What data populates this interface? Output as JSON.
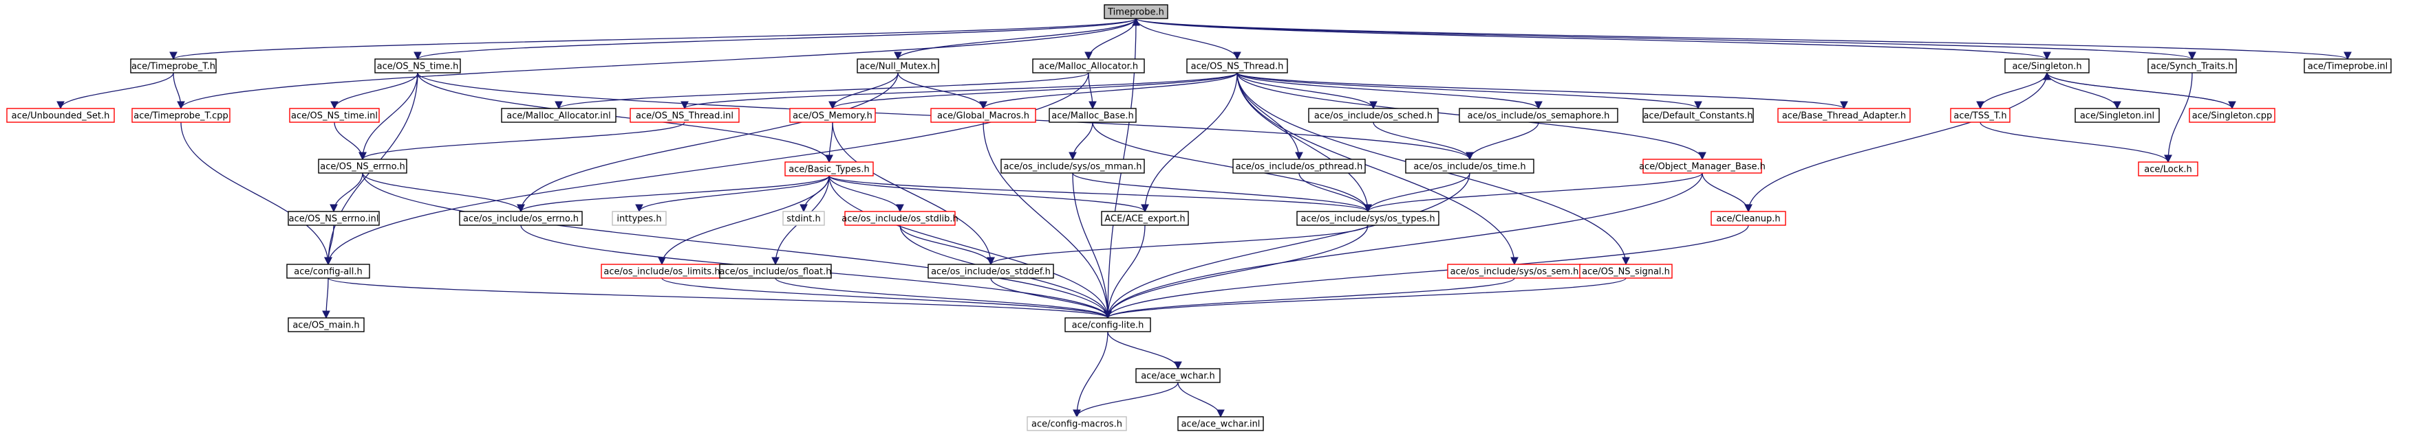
{
  "root": "Timeprobe.h",
  "nodes": [
    {
      "id": "root",
      "label": "Timeprobe.h",
      "style": "root"
    },
    {
      "id": "tpT",
      "label": "ace/Timeprobe_T.h",
      "style": "black"
    },
    {
      "id": "osnst",
      "label": "ace/OS_NS_time.h",
      "style": "black"
    },
    {
      "id": "nullm",
      "label": "ace/Null_Mutex.h",
      "style": "black"
    },
    {
      "id": "malloc",
      "label": "ace/Malloc_Allocator.h",
      "style": "black"
    },
    {
      "id": "osthr",
      "label": "ace/OS_NS_Thread.h",
      "style": "black"
    },
    {
      "id": "single",
      "label": "ace/Singleton.h",
      "style": "black"
    },
    {
      "id": "synch",
      "label": "ace/Synch_Traits.h",
      "style": "black"
    },
    {
      "id": "tpinl",
      "label": "ace/Timeprobe.inl",
      "style": "black"
    },
    {
      "id": "unbset",
      "label": "ace/Unbounded_Set.h",
      "style": "red"
    },
    {
      "id": "tpcpp",
      "label": "ace/Timeprobe_T.cpp",
      "style": "red"
    },
    {
      "id": "osnstinl",
      "label": "ace/OS_NS_time.inl",
      "style": "red"
    },
    {
      "id": "mallocinl",
      "label": "ace/Malloc_Allocator.inl",
      "style": "black"
    },
    {
      "id": "osthrinl",
      "label": "ace/OS_NS_Thread.inl",
      "style": "red"
    },
    {
      "id": "osmem",
      "label": "ace/OS_Memory.h",
      "style": "red"
    },
    {
      "id": "globm",
      "label": "ace/Global_Macros.h",
      "style": "red"
    },
    {
      "id": "mbase",
      "label": "ace/Malloc_Base.h",
      "style": "black"
    },
    {
      "id": "sched",
      "label": "ace/os_include/os_sched.h",
      "style": "black"
    },
    {
      "id": "sema",
      "label": "ace/os_include/os_semaphore.h",
      "style": "black"
    },
    {
      "id": "defc",
      "label": "ace/Default_Constants.h",
      "style": "black"
    },
    {
      "id": "bthr",
      "label": "ace/Base_Thread_Adapter.h",
      "style": "red"
    },
    {
      "id": "tss",
      "label": "ace/TSS_T.h",
      "style": "red"
    },
    {
      "id": "singinl",
      "label": "ace/Singleton.inl",
      "style": "black"
    },
    {
      "id": "singcpp",
      "label": "ace/Singleton.cpp",
      "style": "red"
    },
    {
      "id": "errno",
      "label": "ace/OS_NS_errno.h",
      "style": "black"
    },
    {
      "id": "btypes",
      "label": "ace/Basic_Types.h",
      "style": "red"
    },
    {
      "id": "mman",
      "label": "ace/os_include/sys/os_mman.h",
      "style": "black"
    },
    {
      "id": "pthread",
      "label": "ace/os_include/os_pthread.h",
      "style": "black"
    },
    {
      "id": "ostime",
      "label": "ace/os_include/os_time.h",
      "style": "black"
    },
    {
      "id": "omb",
      "label": "ace/Object_Manager_Base.h",
      "style": "red"
    },
    {
      "id": "lock",
      "label": "ace/Lock.h",
      "style": "red"
    },
    {
      "id": "errnoinl",
      "label": "ace/OS_NS_errno.inl",
      "style": "black"
    },
    {
      "id": "oserrno",
      "label": "ace/os_include/os_errno.h",
      "style": "black"
    },
    {
      "id": "inttypes",
      "label": "inttypes.h",
      "style": "grey"
    },
    {
      "id": "stdint",
      "label": "stdint.h",
      "style": "grey"
    },
    {
      "id": "stdlib",
      "label": "ace/os_include/os_stdlib.h",
      "style": "red"
    },
    {
      "id": "aceexp",
      "label": "ACE/ACE_export.h",
      "style": "black"
    },
    {
      "id": "systypes",
      "label": "ace/os_include/sys/os_types.h",
      "style": "black"
    },
    {
      "id": "cleanup",
      "label": "ace/Cleanup.h",
      "style": "red"
    },
    {
      "id": "cfgall",
      "label": "ace/config-all.h",
      "style": "black"
    },
    {
      "id": "limits",
      "label": "ace/os_include/os_limits.h",
      "style": "red"
    },
    {
      "id": "osfloat",
      "label": "ace/os_include/os_float.h",
      "style": "black"
    },
    {
      "id": "stddef",
      "label": "ace/os_include/os_stddef.h",
      "style": "black"
    },
    {
      "id": "syssem",
      "label": "ace/os_include/sys/os_sem.h",
      "style": "red"
    },
    {
      "id": "nssig",
      "label": "ace/OS_NS_signal.h",
      "style": "red"
    },
    {
      "id": "osmain",
      "label": "ace/OS_main.h",
      "style": "black"
    },
    {
      "id": "cfglite",
      "label": "ace/config-lite.h",
      "style": "black"
    },
    {
      "id": "wchar",
      "label": "ace/ace_wchar.h",
      "style": "black"
    },
    {
      "id": "cfgmac",
      "label": "ace/config-macros.h",
      "style": "grey"
    },
    {
      "id": "wcharinl",
      "label": "ace/ace_wchar.inl",
      "style": "black"
    }
  ],
  "edges": [
    [
      "root",
      "tpT"
    ],
    [
      "root",
      "osnst"
    ],
    [
      "root",
      "nullm"
    ],
    [
      "root",
      "malloc"
    ],
    [
      "root",
      "osthr"
    ],
    [
      "root",
      "single"
    ],
    [
      "root",
      "synch"
    ],
    [
      "root",
      "tpinl"
    ],
    [
      "root",
      "cfglite"
    ],
    [
      "tpT",
      "unbset"
    ],
    [
      "tpT",
      "tpcpp"
    ],
    [
      "tpcpp",
      "root"
    ],
    [
      "tpcpp",
      "cfgall"
    ],
    [
      "osnst",
      "osnstinl"
    ],
    [
      "osnst",
      "errno"
    ],
    [
      "osnst",
      "btypes"
    ],
    [
      "osnst",
      "cfgall"
    ],
    [
      "osnst",
      "ostime"
    ],
    [
      "osnstinl",
      "errno"
    ],
    [
      "nullm",
      "osmem"
    ],
    [
      "nullm",
      "globm"
    ],
    [
      "nullm",
      "oserrno"
    ],
    [
      "malloc",
      "mallocinl"
    ],
    [
      "malloc",
      "mbase"
    ],
    [
      "malloc",
      "cfgall"
    ],
    [
      "osthr",
      "osthrinl"
    ],
    [
      "osthr",
      "osmem"
    ],
    [
      "osthr",
      "globm"
    ],
    [
      "osthr",
      "sched"
    ],
    [
      "osthr",
      "sema"
    ],
    [
      "osthr",
      "defc"
    ],
    [
      "osthr",
      "bthr"
    ],
    [
      "osthr",
      "pthread"
    ],
    [
      "osthr",
      "omb"
    ],
    [
      "osthr",
      "aceexp"
    ],
    [
      "osthr",
      "syssem"
    ],
    [
      "osthr",
      "nssig"
    ],
    [
      "osthr",
      "systypes"
    ],
    [
      "osthrinl",
      "errno"
    ],
    [
      "osmem",
      "btypes"
    ],
    [
      "osmem",
      "stddef"
    ],
    [
      "globm",
      "cfglite"
    ],
    [
      "mbase",
      "mman"
    ],
    [
      "mbase",
      "systypes"
    ],
    [
      "sched",
      "ostime"
    ],
    [
      "sema",
      "ostime"
    ],
    [
      "single",
      "tss"
    ],
    [
      "single",
      "singinl"
    ],
    [
      "single",
      "singcpp"
    ],
    [
      "single",
      "cleanup"
    ],
    [
      "singcpp",
      "single"
    ],
    [
      "tss",
      "lock"
    ],
    [
      "synch",
      "lock"
    ],
    [
      "errno",
      "errnoinl"
    ],
    [
      "errno",
      "oserrno"
    ],
    [
      "errno",
      "cfglite"
    ],
    [
      "errnoinl",
      "cfgall"
    ],
    [
      "btypes",
      "inttypes"
    ],
    [
      "btypes",
      "stdint"
    ],
    [
      "btypes",
      "stdlib"
    ],
    [
      "btypes",
      "limits"
    ],
    [
      "btypes",
      "osfloat"
    ],
    [
      "btypes",
      "aceexp"
    ],
    [
      "btypes",
      "systypes"
    ],
    [
      "btypes",
      "cfglite"
    ],
    [
      "btypes",
      "oserrno"
    ],
    [
      "mman",
      "systypes"
    ],
    [
      "mman",
      "cfglite"
    ],
    [
      "pthread",
      "systypes"
    ],
    [
      "ostime",
      "systypes"
    ],
    [
      "ostime",
      "cfglite"
    ],
    [
      "omb",
      "cleanup"
    ],
    [
      "omb",
      "systypes"
    ],
    [
      "omb",
      "cfglite"
    ],
    [
      "oserrno",
      "cfglite"
    ],
    [
      "stdlib",
      "stddef"
    ],
    [
      "stdlib",
      "cfglite"
    ],
    [
      "aceexp",
      "cfglite"
    ],
    [
      "systypes",
      "stddef"
    ],
    [
      "systypes",
      "cfglite"
    ],
    [
      "cleanup",
      "cfglite"
    ],
    [
      "cfgall",
      "osmain"
    ],
    [
      "cfgall",
      "cfglite"
    ],
    [
      "limits",
      "cfglite"
    ],
    [
      "osfloat",
      "cfglite"
    ],
    [
      "stddef",
      "cfglite"
    ],
    [
      "syssem",
      "cfglite"
    ],
    [
      "nssig",
      "cfglite"
    ],
    [
      "cfglite",
      "wchar"
    ],
    [
      "cfglite",
      "cfgmac"
    ],
    [
      "wchar",
      "wcharinl"
    ],
    [
      "wchar",
      "cfgmac"
    ]
  ]
}
